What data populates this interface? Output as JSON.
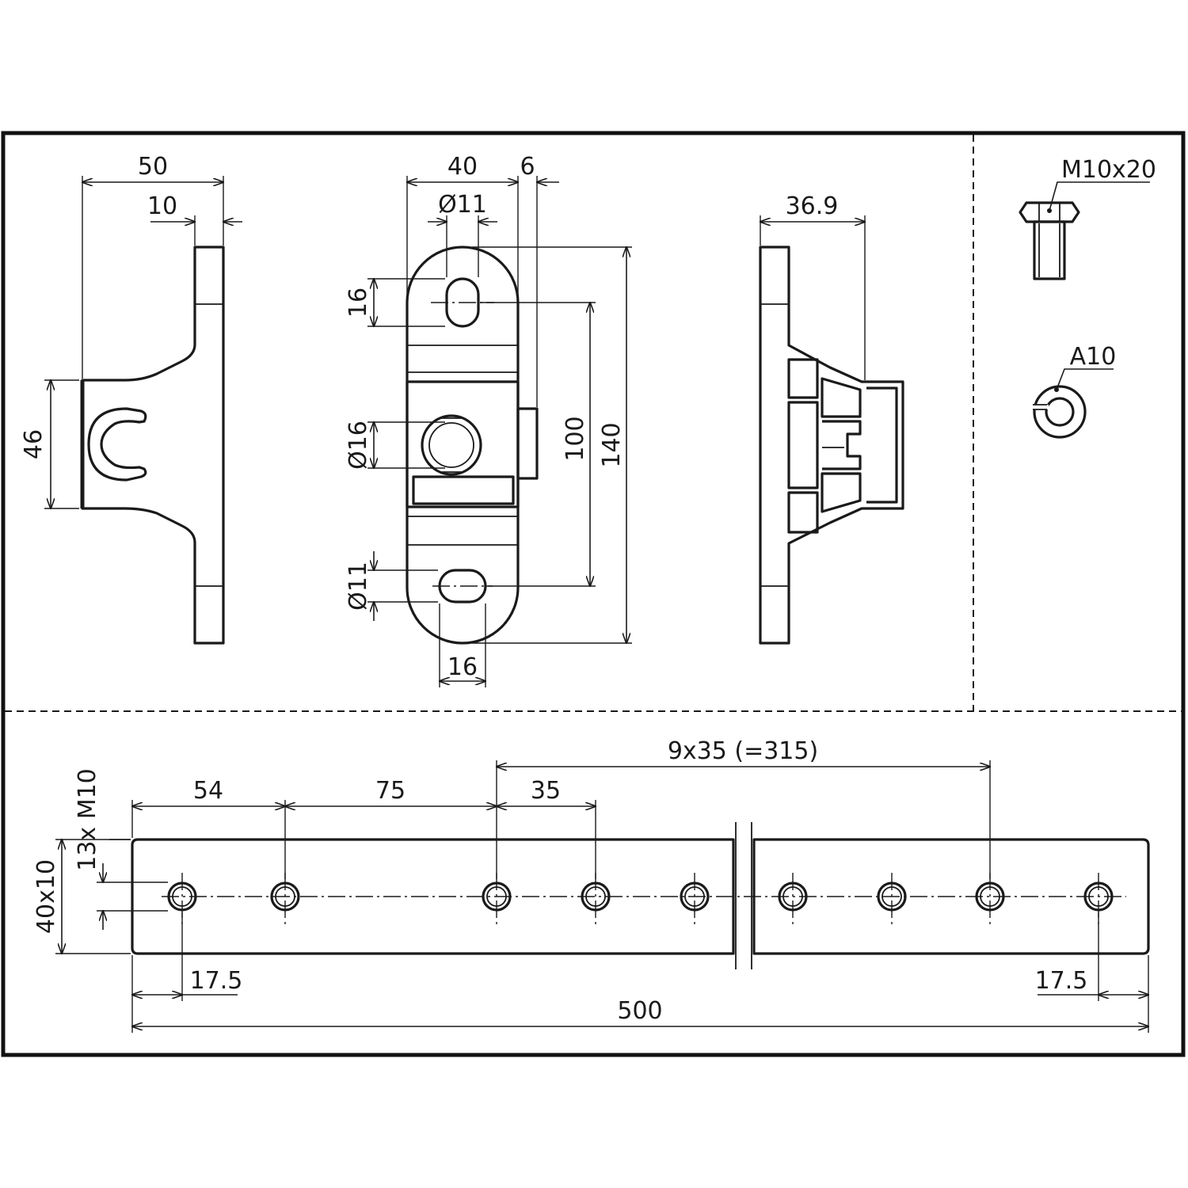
{
  "views": {
    "side": {
      "dim_width": "50",
      "dim_flange": "10",
      "dim_height": "46"
    },
    "front": {
      "dim_width": "40",
      "dim_offset": "6",
      "dim_slot_width": "Ø11",
      "dim_slot_length": "16",
      "dim_center_hole": "Ø16",
      "dim_bottom_slot": "Ø11",
      "dim_bottom_length": "16",
      "dim_pitch": "100",
      "dim_total_height": "140"
    },
    "profile": {
      "dim_depth": "36.9"
    }
  },
  "fasteners": {
    "bolt_label": "M10x20",
    "washer_label": "A10"
  },
  "busbar": {
    "dim_first": "54",
    "dim_second": "75",
    "dim_pitch": "35",
    "dim_pattern": "9x35 (=315)",
    "dim_holes": "13x M10",
    "dim_section": "40x10",
    "dim_edge_left": "17.5",
    "dim_edge_right": "17.5",
    "dim_total": "500"
  }
}
